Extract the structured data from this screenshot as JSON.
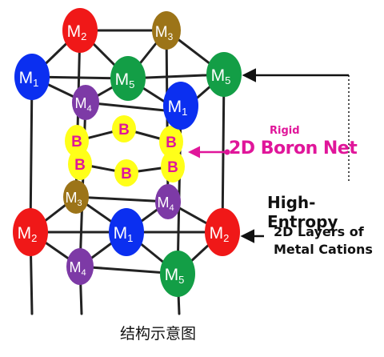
{
  "colors": {
    "M1": "#0b2ff0",
    "M2": "#f01818",
    "M3": "#9c7418",
    "M4": "#7d3aa6",
    "M5": "#139e46",
    "B": "#ffff19",
    "accent": "#e0169a"
  },
  "sites": [
    {
      "id": "top-m2",
      "metal": "M2",
      "label": "M",
      "sub": "2"
    },
    {
      "id": "top-m3",
      "metal": "M3",
      "label": "M",
      "sub": "3"
    },
    {
      "id": "top-m1-left",
      "metal": "M1",
      "label": "M",
      "sub": "1"
    },
    {
      "id": "top-m5-center",
      "metal": "M5",
      "label": "M",
      "sub": "5"
    },
    {
      "id": "top-m5-right",
      "metal": "M5",
      "label": "M",
      "sub": "5"
    },
    {
      "id": "top-m4",
      "metal": "M4",
      "label": "M",
      "sub": "4"
    },
    {
      "id": "top-m1-front",
      "metal": "M1",
      "label": "M",
      "sub": "1"
    },
    {
      "id": "mid-m3",
      "metal": "M3",
      "label": "M",
      "sub": "3"
    },
    {
      "id": "mid-m4",
      "metal": "M4",
      "label": "M",
      "sub": "4"
    },
    {
      "id": "bot-m2-left",
      "metal": "M2",
      "label": "M",
      "sub": "2"
    },
    {
      "id": "bot-m1",
      "metal": "M1",
      "label": "M",
      "sub": "1"
    },
    {
      "id": "bot-m2-right",
      "metal": "M2",
      "label": "M",
      "sub": "2"
    },
    {
      "id": "bot-m4",
      "metal": "M4",
      "label": "M",
      "sub": "4"
    },
    {
      "id": "bot-m5",
      "metal": "M5",
      "label": "M",
      "sub": "5"
    }
  ],
  "boron": [
    {
      "id": "b-1",
      "label": "B"
    },
    {
      "id": "b-2",
      "label": "B"
    },
    {
      "id": "b-3",
      "label": "B"
    },
    {
      "id": "b-4",
      "label": "B"
    },
    {
      "id": "b-5",
      "label": "B"
    },
    {
      "id": "b-6",
      "label": "B"
    }
  ],
  "labels": {
    "rigid": "Rigid",
    "boron_net": "2D Boron Net",
    "high_entropy": "High-Entropy",
    "layers": "2D Layers of Metal Cations"
  },
  "caption": "结构示意图"
}
